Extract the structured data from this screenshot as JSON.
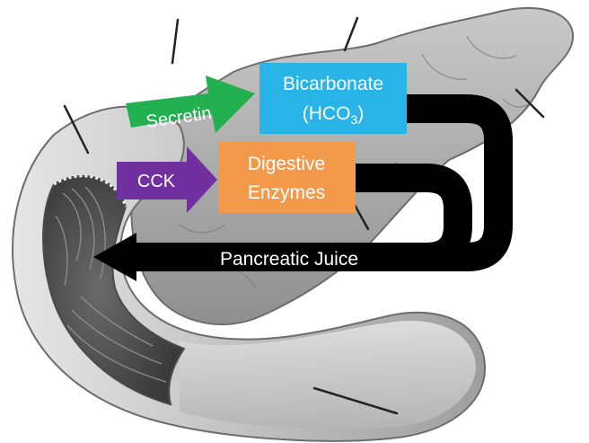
{
  "diagram": {
    "arrows": {
      "secretin": "Secretin",
      "cck": "CCK"
    },
    "boxes": {
      "bicarbonate_line1": "Bicarbonate",
      "bicarbonate_line2_prefix": "(HCO",
      "bicarbonate_subscript": "3",
      "bicarbonate_line2_suffix": ")",
      "enzymes_line1": "Digestive",
      "enzymes_line2": "Enzymes"
    },
    "duct_label": "Pancreatic Juice"
  },
  "colors": {
    "secretin_arrow": "#22b050",
    "cck_arrow": "#7030a0",
    "bicarbonate_box": "#29b4e8",
    "enzymes_box": "#f39a4a",
    "duct": "#000000"
  }
}
